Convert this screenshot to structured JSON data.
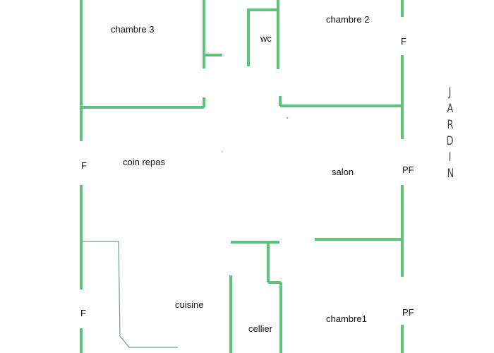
{
  "rooms": {
    "chambre3": "chambre 3",
    "chambre2": "chambre 2",
    "wc": "wc",
    "coin_repas": "coin repas",
    "salon": "salon",
    "cuisine": "cuisine",
    "cellier": "cellier",
    "chambre1": "chambre1"
  },
  "openings": {
    "f_top_right": "F",
    "f_left_middle": "F",
    "pf_right_middle": "PF",
    "f_left_bottom": "F",
    "pf_right_bottom": "PF"
  },
  "garden": {
    "letters": [
      "J",
      "A",
      "R",
      "D",
      "I",
      "N"
    ]
  },
  "colors": {
    "wall": "#5cc47c",
    "counter_line": "#7a9a8f",
    "text": "#111111"
  }
}
